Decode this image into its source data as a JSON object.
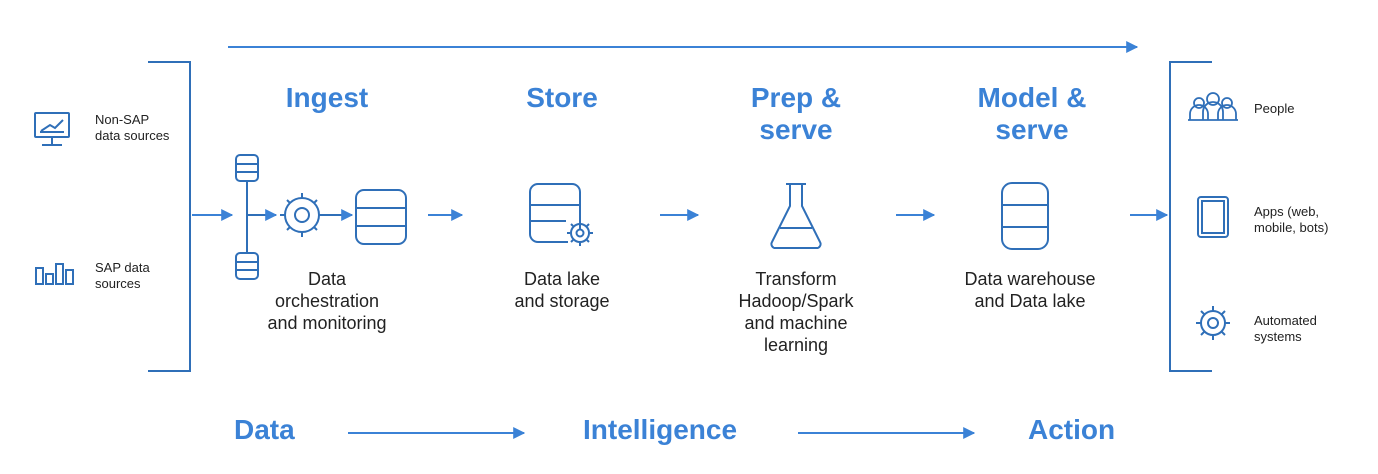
{
  "colors": {
    "accent": "#3b82d6",
    "icon": "#2f6fb8",
    "text": "#222222"
  },
  "sources": [
    {
      "label": "Non-SAP\ndata sources",
      "icon": "monitor-chart-icon"
    },
    {
      "label": "SAP data\nsources",
      "icon": "bar-chart-icon"
    }
  ],
  "stages": [
    {
      "title": "Ingest",
      "caption": "Data\norchestration\nand monitoring",
      "icon": "pipeline-gear-database-icon"
    },
    {
      "title": "Store",
      "caption": "Data lake\nand storage",
      "icon": "database-gear-icon"
    },
    {
      "title": "Prep &\nserve",
      "caption": "Transform\nHadoop/Spark\nand machine\nlearning",
      "icon": "flask-icon"
    },
    {
      "title": "Model &\nserve",
      "caption": "Data warehouse\nand Data lake",
      "icon": "database-icon"
    }
  ],
  "consumers": [
    {
      "label": "People",
      "icon": "people-icon"
    },
    {
      "label": "Apps (web,\nmobile, bots)",
      "icon": "tablet-icon"
    },
    {
      "label": "Automated\nsystems",
      "icon": "gear-icon"
    }
  ],
  "flow": [
    "Data",
    "Intelligence",
    "Action"
  ]
}
